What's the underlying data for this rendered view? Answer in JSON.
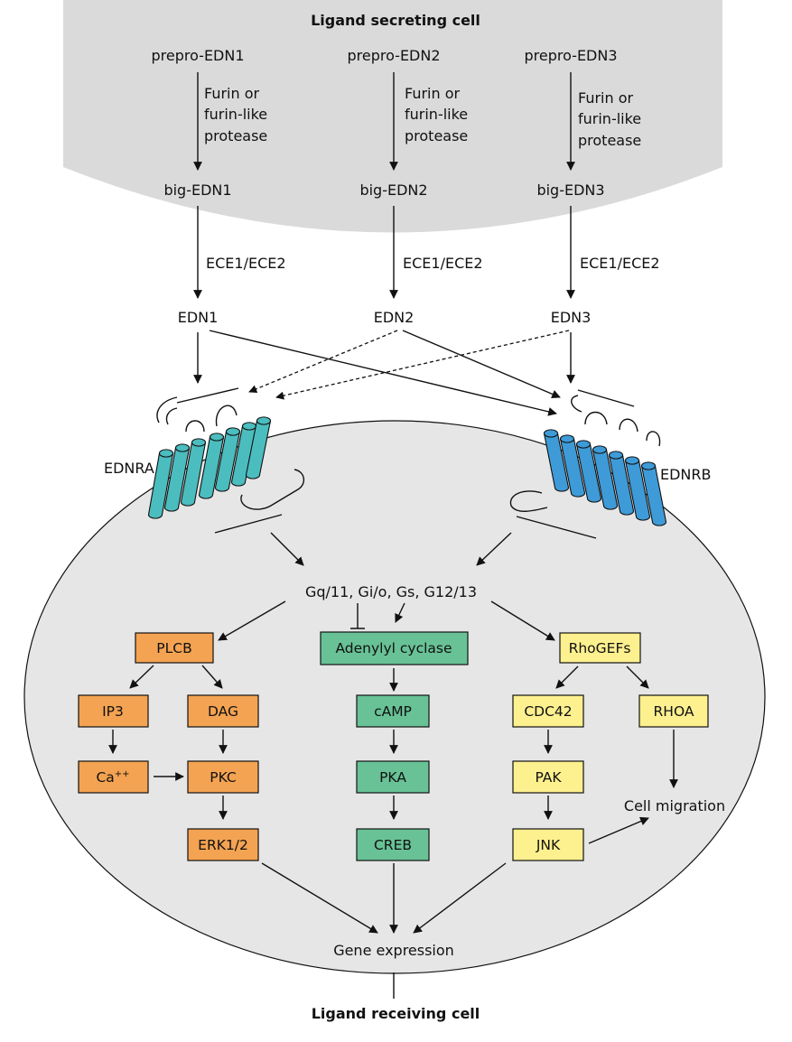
{
  "secreting_cell": {
    "title": "Ligand secreting cell",
    "precursors": [
      "prepro-EDN1",
      "prepro-EDN2",
      "prepro-EDN3"
    ],
    "protease_lines": [
      "Furin or",
      "furin-like",
      "protease"
    ],
    "big_forms": [
      "big-EDN1",
      "big-EDN2",
      "big-EDN3"
    ]
  },
  "conversion_enzyme": "ECE1/ECE2",
  "ligands": [
    "EDN1",
    "EDN2",
    "EDN3"
  ],
  "receptors": {
    "a": {
      "label": "EDNRA",
      "color": "#4bbdbf"
    },
    "b": {
      "label": "EDNRB",
      "color": "#3e9bd8"
    }
  },
  "g_proteins": "Gq/11, Gi/o, Gs, G12/13",
  "colors": {
    "secreting_cell_fill": "#dadada",
    "receiving_cell_fill": "#e6e6e6",
    "orange": "#f4a352",
    "green": "#68c296",
    "yellow": "#fdf08f"
  },
  "pathways": {
    "plc": {
      "head": "PLCB",
      "ip3": "IP3",
      "dag": "DAG",
      "ca": "Ca",
      "ca_sup": "++",
      "pkc": "PKC",
      "erk": "ERK1/2"
    },
    "cyclase": {
      "head": "Adenylyl cyclase",
      "camp": "cAMP",
      "pka": "PKA",
      "creb": "CREB"
    },
    "rho": {
      "head": "RhoGEFs",
      "cdc42": "CDC42",
      "rhoa": "RHOA",
      "pak": "PAK",
      "jnk": "JNK"
    }
  },
  "outputs": {
    "cell_migration": "Cell migration",
    "gene_expression": "Gene expression"
  },
  "receiving_cell": {
    "title": "Ligand receiving cell"
  }
}
